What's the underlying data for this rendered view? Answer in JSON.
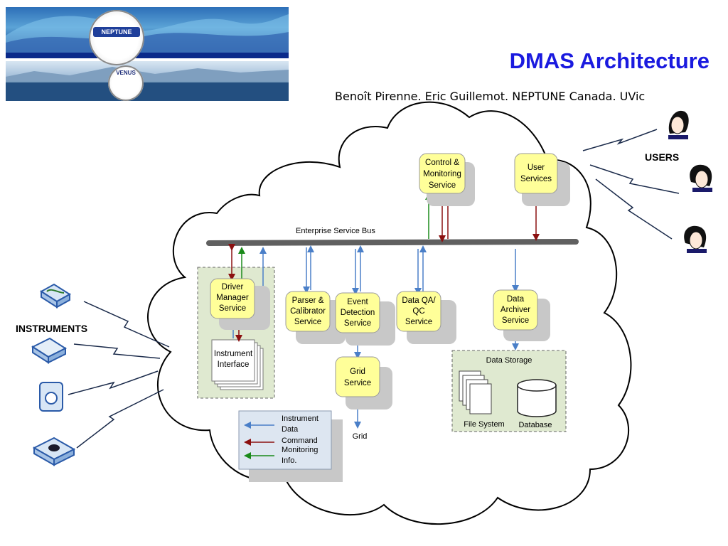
{
  "slide": {
    "title": "DMAS Architecture",
    "authors": "Benoît Pirenne. Eric Guillemot. NEPTUNE Canada. UVic"
  },
  "banner": {
    "neptune_logo_text": "NEPTUNE",
    "venus_logo_text": "VENUS"
  },
  "diagram": {
    "bus_label": "Enterprise Service Bus",
    "instruments_label": "INSTRUMENTS",
    "users_label": "USERS",
    "services": {
      "control_monitoring": [
        "Control &",
        "Monitoring",
        "Service"
      ],
      "user_services": [
        "User",
        "Services"
      ],
      "driver_manager": [
        "Driver",
        "Manager",
        "Service"
      ],
      "parser_calibrator": [
        "Parser &",
        "Calibrator",
        "Service"
      ],
      "event_detection": [
        "Event",
        "Detection",
        "Service"
      ],
      "data_qa_qc": [
        "Data QA/",
        "QC",
        "Service"
      ],
      "data_archiver": [
        "Data",
        "Archiver",
        "Service"
      ],
      "grid_service": [
        "Grid",
        "Service"
      ]
    },
    "instrument_interface": [
      "Instrument",
      "Interface"
    ],
    "grid_label": "Grid",
    "data_storage": {
      "title": "Data Storage",
      "file_system": "File System",
      "database": "Database"
    },
    "legend": {
      "data": [
        "Instrument",
        "Data"
      ],
      "command": "Command",
      "monitoring": [
        "Monitoring",
        "Info."
      ]
    },
    "colors": {
      "data_arrow": "#4a7fc8",
      "command_arrow": "#8b1010",
      "monitoring_arrow": "#1a8a1a",
      "service_fill": "#ffff99",
      "panel_fill": "#dfe9d0"
    }
  }
}
